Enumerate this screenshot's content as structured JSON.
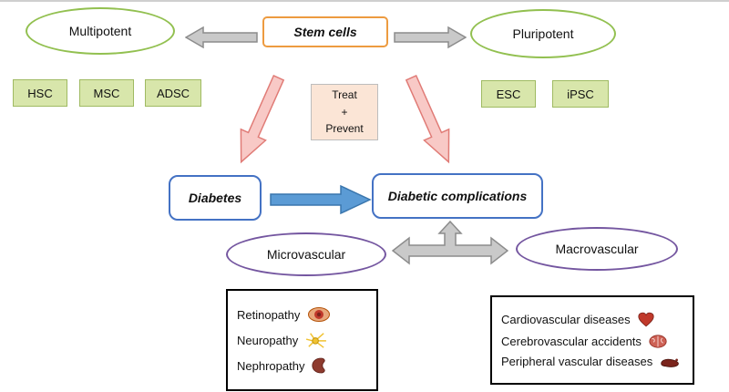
{
  "diagram": {
    "stem_cells": "Stem cells",
    "multipotent": "Multipotent",
    "pluripotent": "Pluripotent",
    "multipotent_types": [
      "HSC",
      "MSC",
      "ADSC"
    ],
    "pluripotent_types": [
      "ESC",
      "iPSC"
    ],
    "treat_prevent": {
      "line1": "Treat",
      "line2": "+",
      "line3": "Prevent"
    },
    "diabetes": "Diabetes",
    "diabetic_complications": "Diabetic complications",
    "microvascular": "Microvascular",
    "macrovascular": "Macrovascular",
    "micro_items": [
      {
        "label": "Retinopathy",
        "icon": "eye-icon"
      },
      {
        "label": "Neuropathy",
        "icon": "neuron-icon"
      },
      {
        "label": "Nephropathy",
        "icon": "kidney-icon"
      }
    ],
    "macro_items": [
      {
        "label": "Cardiovascular diseases",
        "icon": "heart-icon"
      },
      {
        "label": "Cerebrovascular accidents",
        "icon": "brain-icon"
      },
      {
        "label": "Peripheral vascular diseases",
        "icon": "foot-icon"
      }
    ],
    "colors": {
      "green_border": "#92c050",
      "green_fill": "#d8e6ab",
      "orange_border": "#ed9b40",
      "blue_border": "#4472c4",
      "purple_border": "#7456a0",
      "peach_fill": "#fbe5d6",
      "pink_arrow": "#f8c9c6",
      "blue_arrow": "#5b9bd5",
      "gray_arrow": "#c9c9c9"
    }
  }
}
